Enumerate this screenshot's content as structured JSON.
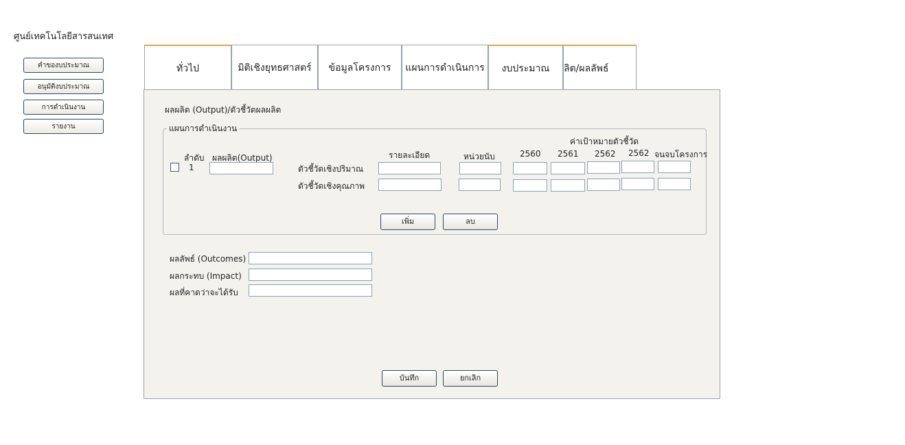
{
  "app": {
    "title": "ศูนย์เทคโนโลยีสารสนเทศ"
  },
  "sidebar": {
    "items": [
      {
        "label": "คำของบประมาณ"
      },
      {
        "label": "อนุมัติงบประมาณ"
      },
      {
        "label": "การดำเนินงาน"
      },
      {
        "label": "รายงาน"
      }
    ]
  },
  "tabs": [
    {
      "label": "ทั่วไป"
    },
    {
      "label": "มิติเชิงยุทธศาสตร์"
    },
    {
      "label": "ข้อมูลโครงการ"
    },
    {
      "label": "แผนการดำเนินการ"
    },
    {
      "label": "งบประมาณ"
    },
    {
      "label": "ผลผลิต/ผลลัพธ์",
      "visible_text": "ลิต/ผลลัพธ์"
    }
  ],
  "form": {
    "heading": "ผลผลิต (Output)/ตัวชี้วัดผลผลิต",
    "plan": {
      "legend": "แผนการดำเนินงาน",
      "target_header": "ค่าเป้าหมายตัวชี้วัด",
      "columns": {
        "order": "ลำดับ",
        "output": "ผลผลิต(Output)",
        "detail": "รายละเอียด",
        "unit": "หน่วยนับ",
        "years": [
          "2560",
          "2561",
          "2562",
          "2562",
          "จนจบโครงการ"
        ]
      },
      "rows": [
        {
          "order": "1",
          "output": ""
        }
      ],
      "indicators": [
        {
          "label": "ตัวชี้วัดเชิงปริมาณ"
        },
        {
          "label": "ตัวชี้วัดเชิงคุณภาพ"
        }
      ],
      "add_label": "เพิ่ม",
      "delete_label": "ลบ"
    },
    "outcomes_label": "ผลลัพธ์ (Outcomes)",
    "impact_label": "ผลกระทบ (Impact)",
    "expected_label": "ผลที่คาดว่าจะได้รับ",
    "save_label": "บันทึก",
    "cancel_label": "ยกเลิก"
  }
}
